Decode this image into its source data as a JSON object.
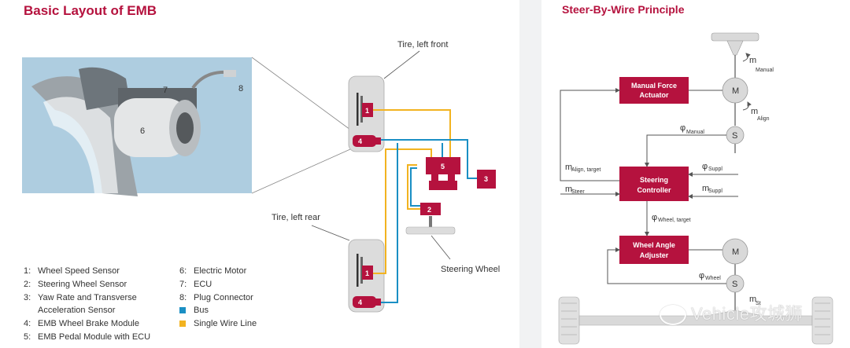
{
  "emb": {
    "title": "Basic Layout of EMB",
    "photo_labels": [
      "6",
      "7",
      "8"
    ],
    "tire_left_front": "Tire, left front",
    "tire_left_rear": "Tire, left rear",
    "steering_wheel": "Steering Wheel",
    "modules": {
      "m1a": "1",
      "m4a": "4",
      "m5": "5",
      "m3": "3",
      "m2": "2",
      "m1b": "1",
      "m4b": "4"
    },
    "colors": {
      "module": "#b5123e",
      "bus": "#1a8fc4",
      "single_wire": "#f2b320",
      "tire": "#dcdcdc"
    },
    "legend_left": [
      {
        "num": "1:",
        "text": "Wheel Speed Sensor"
      },
      {
        "num": "2:",
        "text": "Steering Wheel Sensor"
      },
      {
        "num": "3:",
        "text": "Yaw Rate and Transverse"
      },
      {
        "num": "",
        "text": "Acceleration Sensor"
      },
      {
        "num": "4:",
        "text": "EMB Wheel Brake Module"
      },
      {
        "num": "5:",
        "text": "EMB Pedal Module with ECU"
      }
    ],
    "legend_right": [
      {
        "num": "6:",
        "text": "Electric Motor"
      },
      {
        "num": "7:",
        "text": "ECU"
      },
      {
        "num": "8:",
        "text": "Plug Connector"
      },
      {
        "num": "",
        "text": "Bus"
      },
      {
        "num": "",
        "text": "Single Wire Line"
      }
    ]
  },
  "sbw": {
    "title": "Steer-By-Wire Principle",
    "manual_force_actuator": [
      "Manual Force",
      "Actuator"
    ],
    "steering_controller": [
      "Steering",
      "Controller"
    ],
    "wheel_angle_adjuster": [
      "Wheel Angle",
      "Adjuster"
    ],
    "motor": "M",
    "sensor": "S",
    "m_label": "m",
    "phi_label": "φ",
    "sub_manual": "Manual",
    "sub_align": "Align",
    "sub_align_target": "Align, target",
    "sub_steer": "Steer",
    "sub_suppl": "Suppl",
    "sub_wheel_target": "Wheel, target",
    "sub_wheel": "Wheel",
    "sub_st": "St",
    "colors": {
      "block": "#b5123e",
      "circle": "#d9d9d9",
      "line": "#555555"
    }
  },
  "watermark": "Vehicle攻城狮"
}
